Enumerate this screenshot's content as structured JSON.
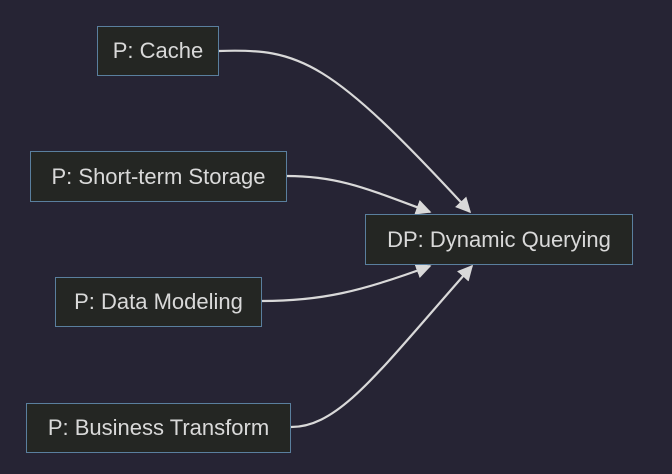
{
  "nodes": {
    "cache": "P: Cache",
    "short_term_storage": "P: Short-term Storage",
    "data_modeling": "P: Data Modeling",
    "business_transform": "P: Business Transform",
    "dynamic_querying": "DP: Dynamic Querying"
  },
  "colors": {
    "background": "#262434",
    "node_fill": "#242623",
    "node_border": "#5a7f9e",
    "edge": "#d9d9d9",
    "text": "#d9d9d9"
  }
}
